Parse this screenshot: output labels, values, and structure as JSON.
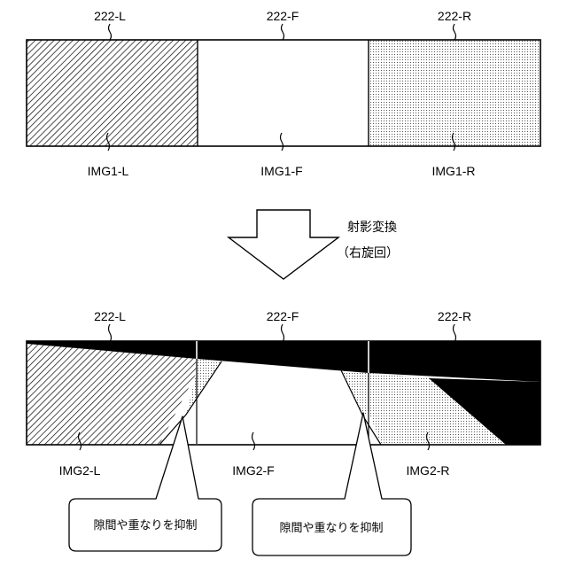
{
  "top_strip": {
    "camera_labels": [
      "222-L",
      "222-F",
      "222-R"
    ],
    "image_labels": [
      "IMG1-L",
      "IMG1-F",
      "IMG1-R"
    ]
  },
  "transform": {
    "line1": "射影変換",
    "line2": "（右旋回）"
  },
  "bottom_strip": {
    "camera_labels": [
      "222-L",
      "222-F",
      "222-R"
    ],
    "image_labels": [
      "IMG2-L",
      "IMG2-F",
      "IMG2-R"
    ]
  },
  "callouts": [
    {
      "text": "隙間や重なりを抑制"
    },
    {
      "text": "隙間や重なりを抑制"
    }
  ],
  "colors": {
    "ink": "#000000",
    "paper": "#ffffff"
  }
}
